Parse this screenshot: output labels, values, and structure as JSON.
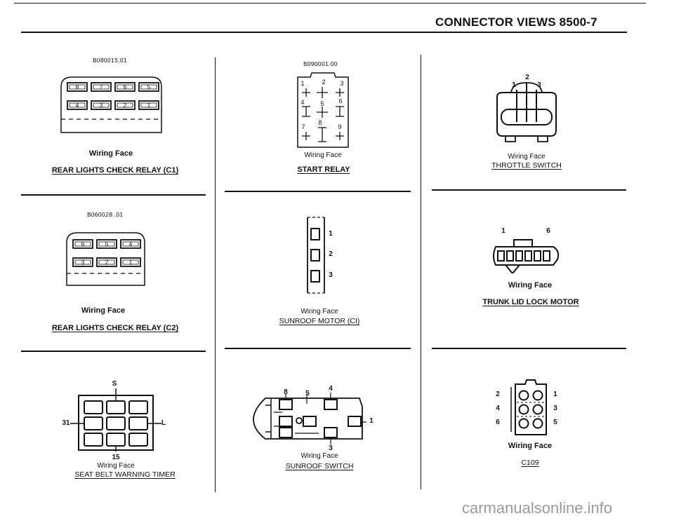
{
  "header": {
    "title": "CONNECTOR VIEWS  8500-7"
  },
  "panels": {
    "rear_c1": {
      "code": "B080015.01",
      "caption": "Wiring Face",
      "title": "REAR LIGHTS CHECK RELAY (C1)",
      "pins_top": [
        "8",
        "7",
        "6",
        "5"
      ],
      "pins_bottom": [
        "4",
        "3",
        "2",
        "1"
      ]
    },
    "rear_c2": {
      "code": "B060028 .01",
      "caption": "Wiring Face",
      "title": "REAR LIGHTS CHECK RELAY (C2)",
      "pins_top": [
        "6",
        "5",
        "4"
      ],
      "pins_bottom": [
        "3",
        "2",
        "1"
      ]
    },
    "seat_belt": {
      "caption": "Wiring Face",
      "title": "SEAT BELT WARNING TIMER",
      "pin_labels": {
        "top": "S",
        "left": "31",
        "right": "L",
        "bottom": "15"
      }
    },
    "start_relay": {
      "code": "B090001.00",
      "caption": "Wiring Face",
      "title": "START RELAY",
      "pins": [
        "1",
        "2",
        "3",
        "4",
        "5",
        "6",
        "7",
        "8",
        "9"
      ]
    },
    "sunroof_motor": {
      "caption": "Wiring Face",
      "title": "SUNROOF MOTOR (CI)",
      "pins": [
        "1",
        "2",
        "3"
      ]
    },
    "sunroof_switch": {
      "caption": "Wiring Face",
      "title": "SUNROOF SWITCH",
      "pin_labels": {
        "p8": "8",
        "p5": "5",
        "p4": "4",
        "p1": "1",
        "p3": "3"
      }
    },
    "throttle": {
      "caption": "Wiring Face",
      "title": "THROTTLE SWITCH",
      "pins": [
        "1",
        "2",
        "3"
      ]
    },
    "trunk": {
      "caption": "Wiring Face",
      "title": "TRUNK LID LOCK MOTOR",
      "pin_labels": {
        "first": "1",
        "last": "6"
      }
    },
    "c109": {
      "caption": "Wiring Face",
      "title": "C109",
      "left_pins": [
        "2",
        "4",
        "6"
      ],
      "right_pins": [
        "1",
        "3",
        "5"
      ]
    }
  },
  "watermark": "carmanualsonline.info"
}
